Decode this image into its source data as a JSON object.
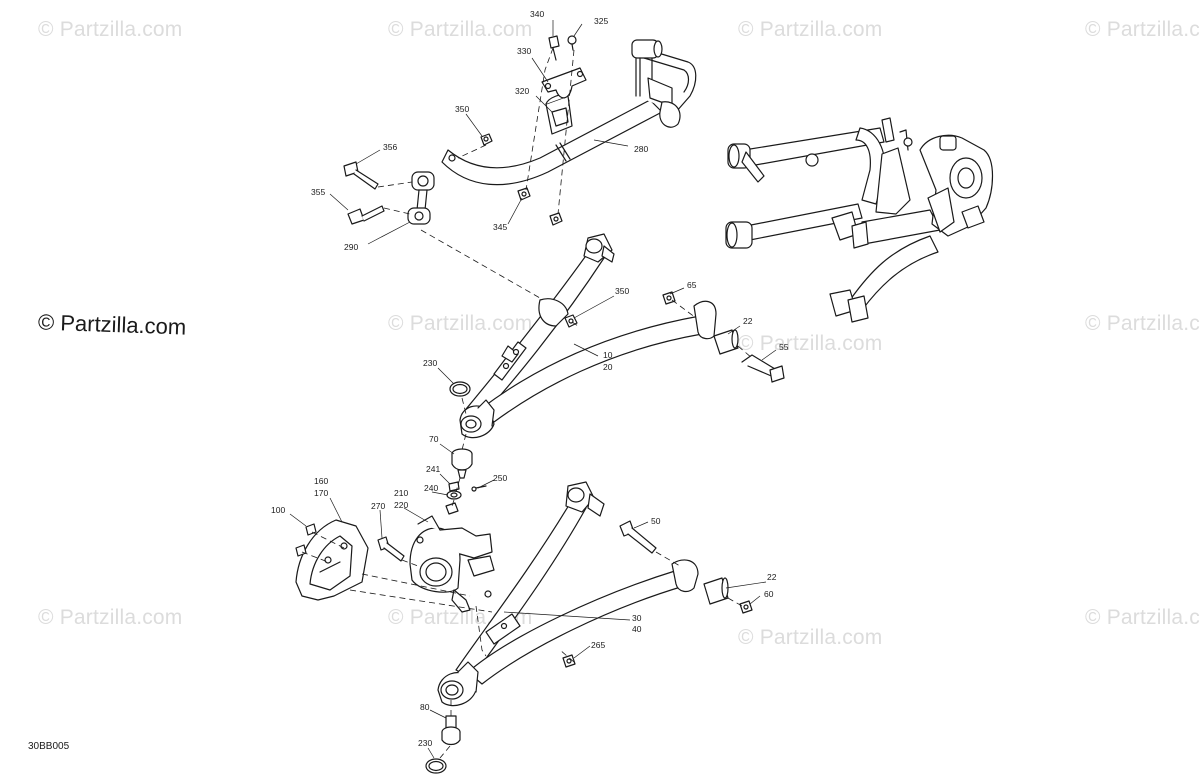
{
  "watermark": {
    "text": "© Partzilla.com"
  },
  "diagram_code": "30BB005",
  "colors": {
    "line": "#1a1a1a",
    "part_fill": "#ffffff",
    "watermark": "#dcdcdc"
  },
  "callouts": [
    {
      "id": "c340",
      "text": "340"
    },
    {
      "id": "c325",
      "text": "325"
    },
    {
      "id": "c330",
      "text": "330"
    },
    {
      "id": "c320",
      "text": "320"
    },
    {
      "id": "c350a",
      "text": "350"
    },
    {
      "id": "c356",
      "text": "356"
    },
    {
      "id": "c280",
      "text": "280"
    },
    {
      "id": "c355",
      "text": "355"
    },
    {
      "id": "c345",
      "text": "345"
    },
    {
      "id": "c290",
      "text": "290"
    },
    {
      "id": "c350b",
      "text": "350"
    },
    {
      "id": "c65",
      "text": "65"
    },
    {
      "id": "c22a",
      "text": "22"
    },
    {
      "id": "c55",
      "text": "55"
    },
    {
      "id": "c10",
      "text": "10"
    },
    {
      "id": "c20",
      "text": "20"
    },
    {
      "id": "c230a",
      "text": "230"
    },
    {
      "id": "c70",
      "text": "70"
    },
    {
      "id": "c241",
      "text": "241"
    },
    {
      "id": "c250",
      "text": "250"
    },
    {
      "id": "c240",
      "text": "240"
    },
    {
      "id": "c160",
      "text": "160"
    },
    {
      "id": "c170",
      "text": "170"
    },
    {
      "id": "c210",
      "text": "210"
    },
    {
      "id": "c220",
      "text": "220"
    },
    {
      "id": "c270",
      "text": "270"
    },
    {
      "id": "c100",
      "text": "100"
    },
    {
      "id": "c50",
      "text": "50"
    },
    {
      "id": "c22b",
      "text": "22"
    },
    {
      "id": "c60",
      "text": "60"
    },
    {
      "id": "c30",
      "text": "30"
    },
    {
      "id": "c40",
      "text": "40"
    },
    {
      "id": "c265",
      "text": "265"
    },
    {
      "id": "c80",
      "text": "80"
    },
    {
      "id": "c230b",
      "text": "230"
    }
  ]
}
